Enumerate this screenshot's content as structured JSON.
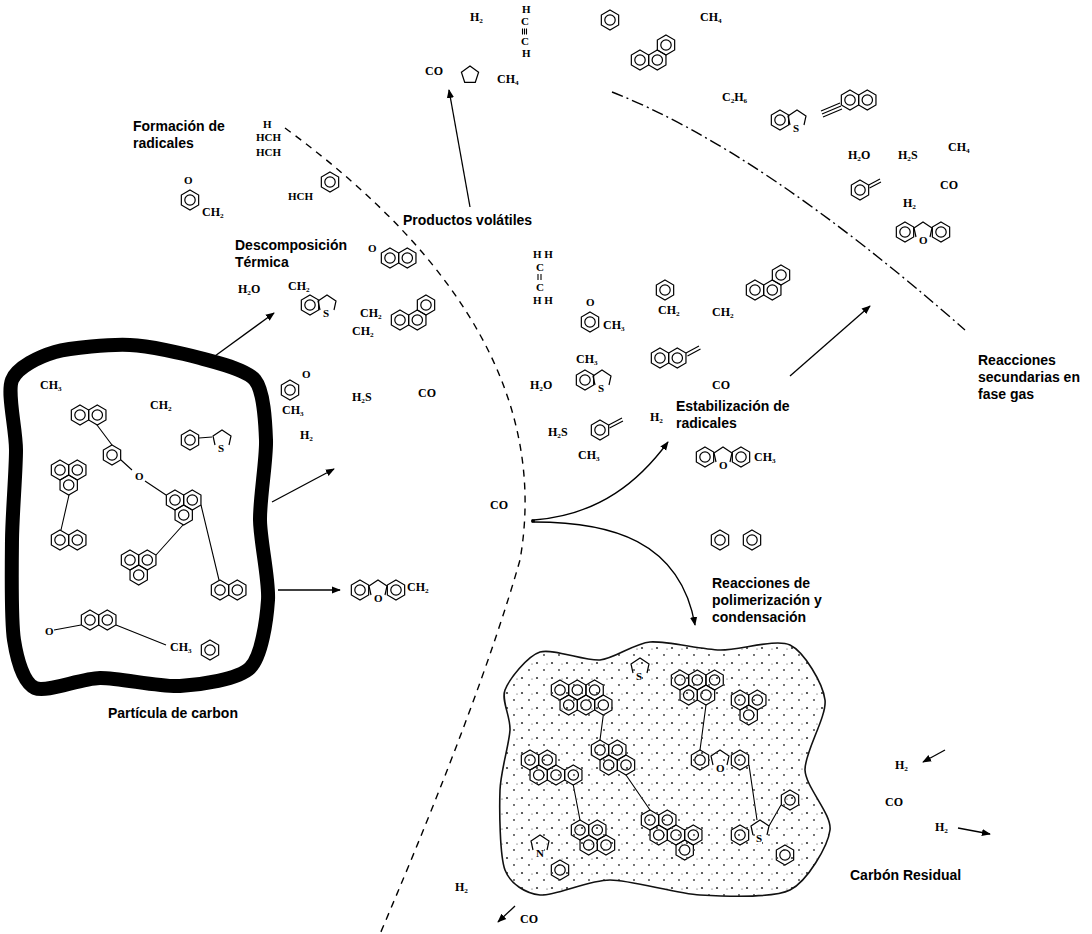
{
  "diagram": {
    "nodes": [
      {
        "text": [
          "Partícula de carbon"
        ]
      },
      {
        "text": [
          "Carbón Residual"
        ]
      }
    ],
    "labels": [
      "Formación de radicales",
      "Descomposición Térmica",
      "Productos volátiles",
      "Estabilización de radicales",
      "Reacciones secundarias en fase gas",
      "Reacciones de polimerización y condensación",
      "H₂",
      "H",
      "C",
      "C",
      "H",
      "CO",
      "CH₄",
      "CH₄",
      "C₂H₆",
      "S",
      "H₂O",
      "H₂S",
      "CH₄",
      "CO",
      "H₂",
      "O",
      "H H",
      "C",
      "C",
      "H H",
      "O",
      "CH₃",
      "CH₂",
      "CH₂",
      "H₂O",
      "CH₃",
      "S",
      "CO",
      "H₂S",
      "CH₃",
      "H₂",
      "O",
      "CH₃",
      "O",
      "CH₂",
      "H",
      "HCH",
      "HCH",
      "HCH",
      "O",
      "H₂O",
      "CH₂",
      "S",
      "CH₂",
      "CH₂",
      "O",
      "CH₃",
      "H₂S",
      "CO",
      "H₂",
      "CO",
      "O",
      "CH₂",
      "CH₃",
      "O",
      "S",
      "CH₂",
      "O",
      "CH₃",
      "S",
      "O",
      "N",
      "S",
      "H₂",
      "CO",
      "H₂",
      "H₂",
      "CO"
    ]
  }
}
